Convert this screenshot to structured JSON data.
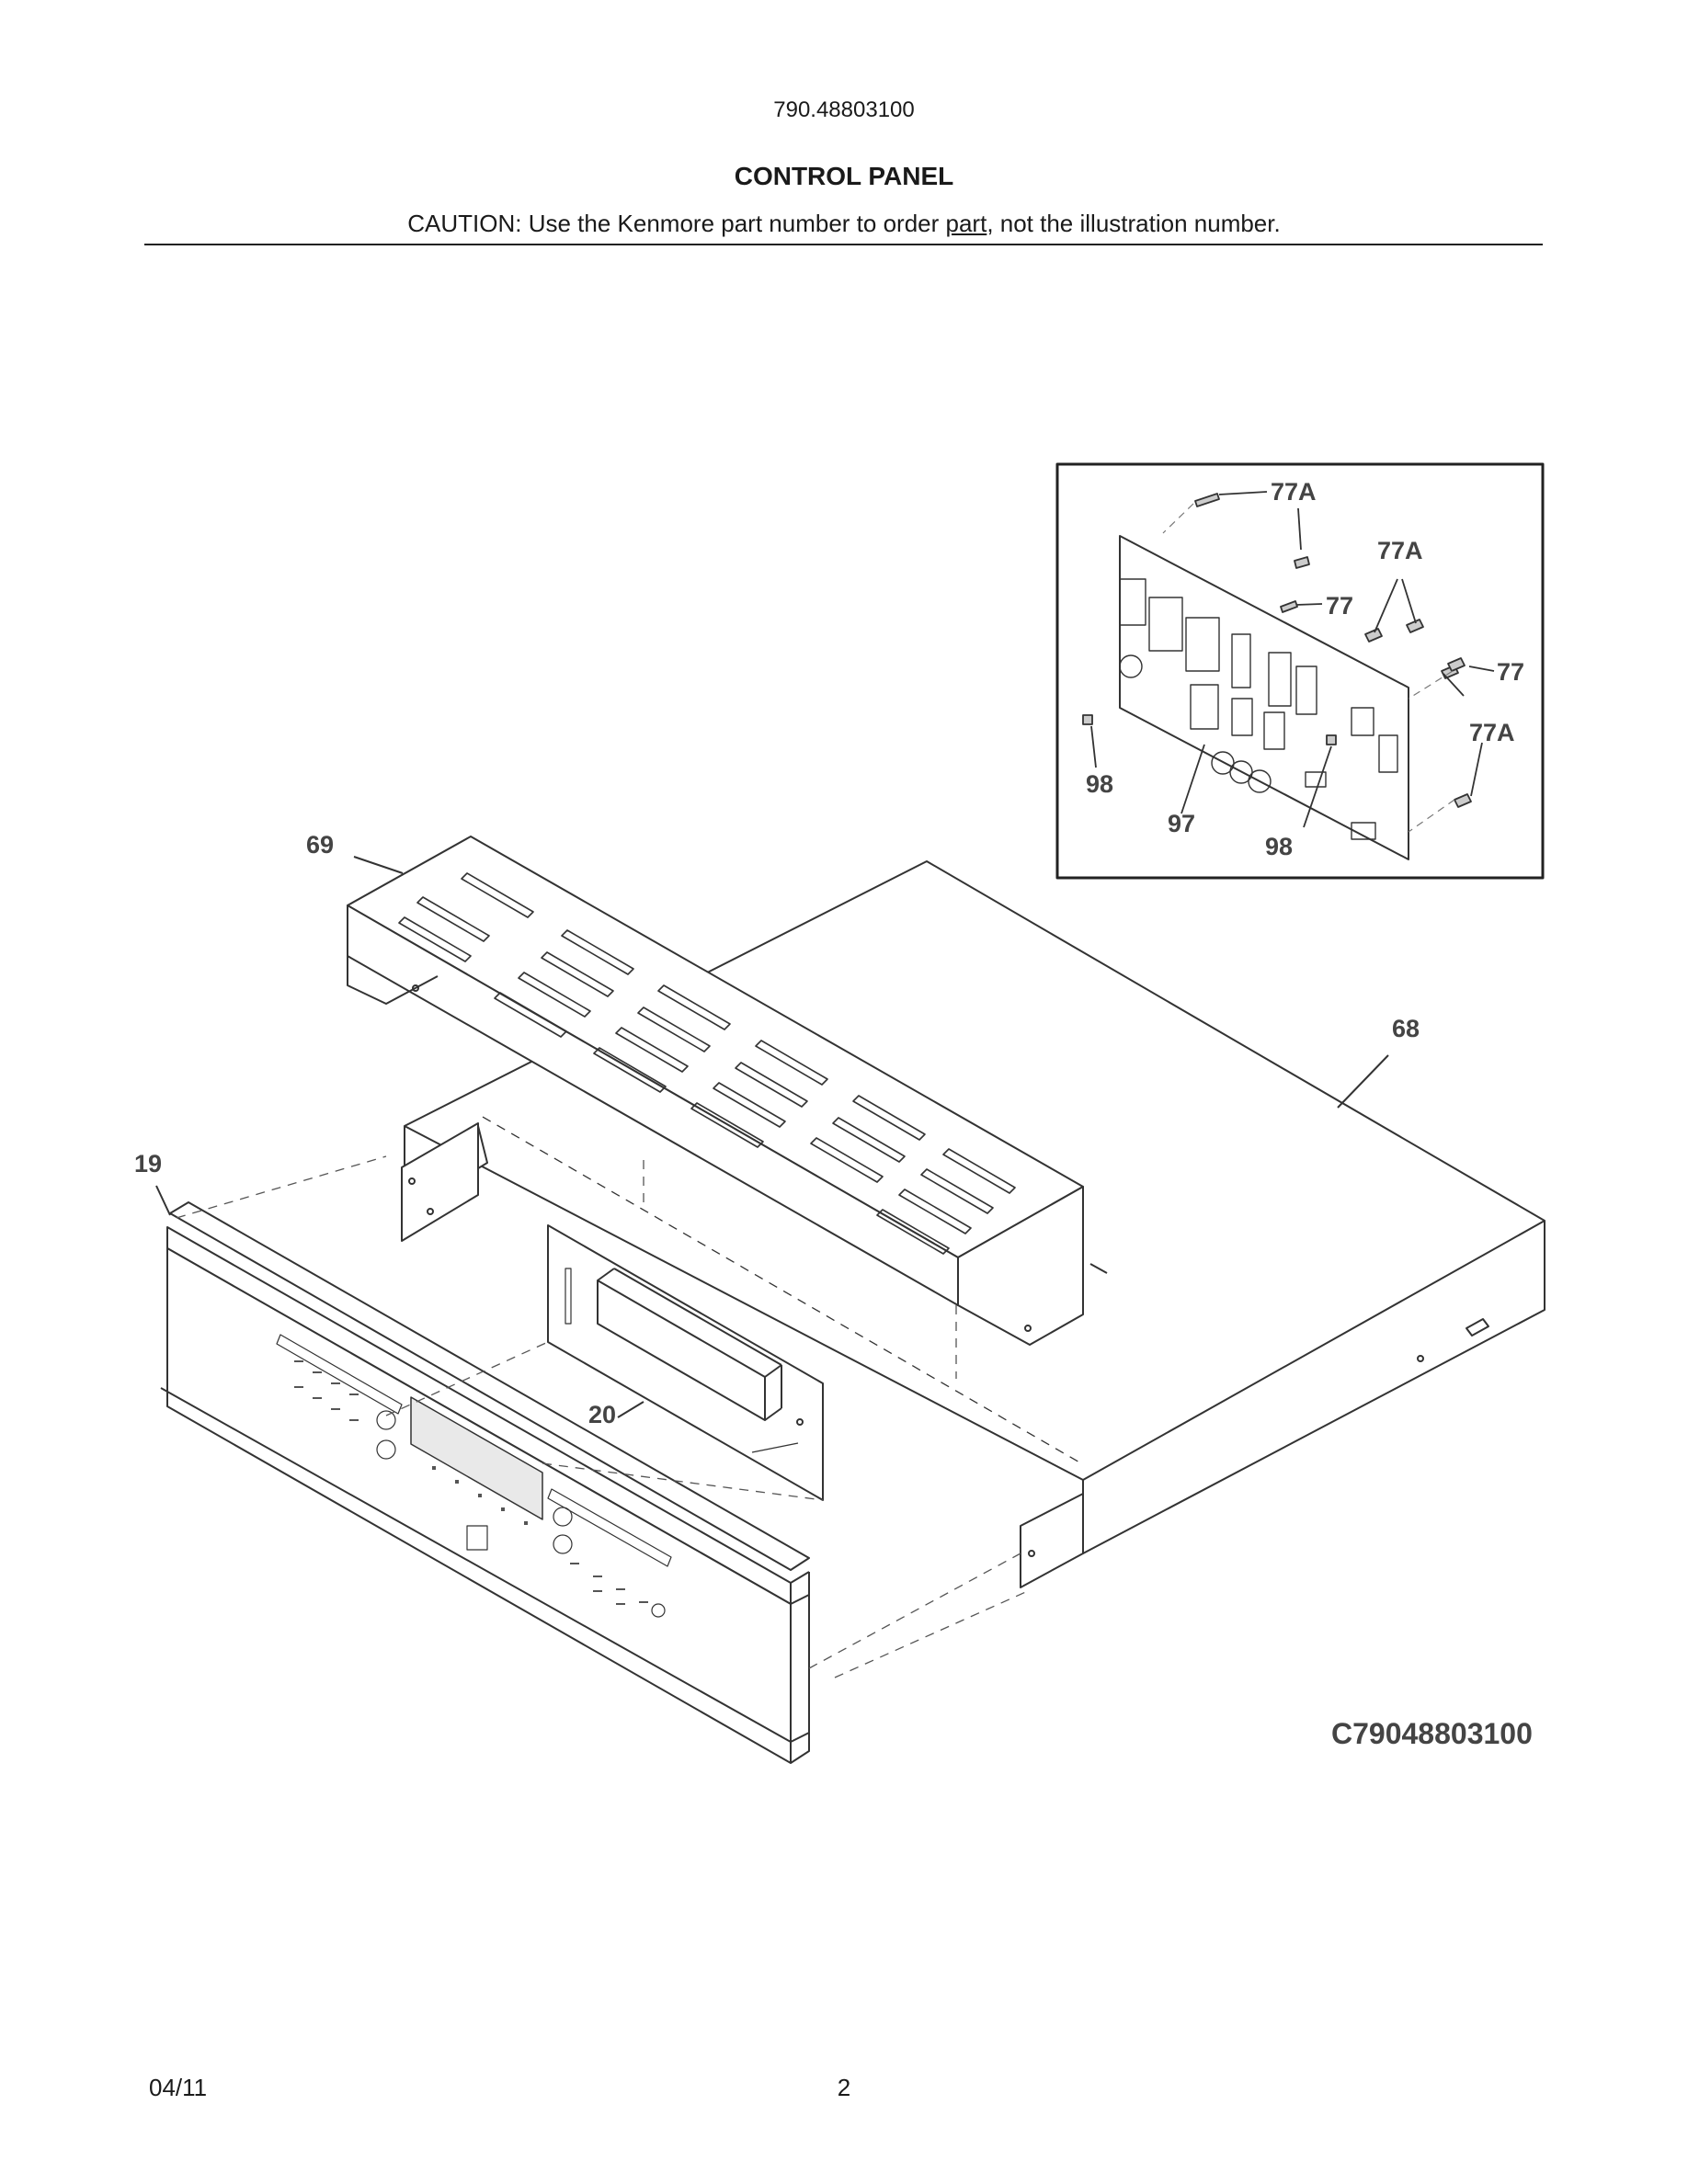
{
  "header": {
    "model_number": "790.48803100",
    "title": "CONTROL PANEL",
    "caution_prefix": "CAUTION: Use the Kenmore part number to order ",
    "caution_underlined": "part",
    "caution_suffix": ", not the illustration number."
  },
  "diagram": {
    "callouts": {
      "c69": "69",
      "c68": "68",
      "c19": "19",
      "c20": "20",
      "c98a": "98",
      "c97": "97",
      "c98b": "98",
      "c77a1": "77A",
      "c77a2": "77A",
      "c77a3": "77A",
      "c77_1": "77",
      "c77_2": "77"
    },
    "drawing_code": "C79048803100"
  },
  "footer": {
    "date": "04/11",
    "page": "2"
  }
}
